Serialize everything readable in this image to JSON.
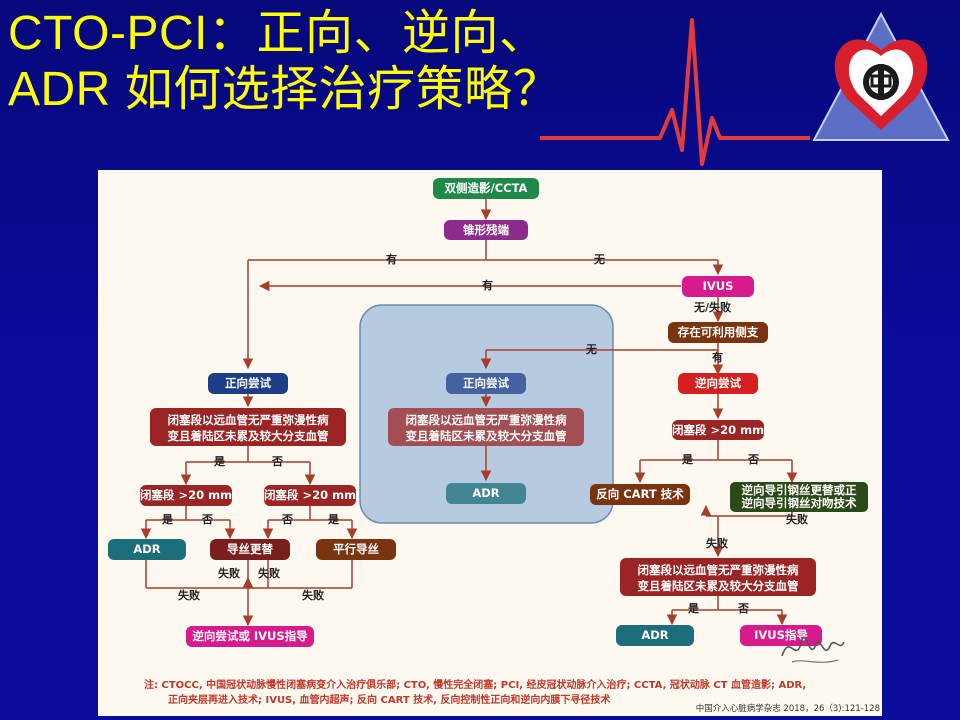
{
  "slide": {
    "title_line1": "CTO-PCI：正向、逆向、",
    "title_line2": "ADR 如何选择治疗策略？"
  },
  "colors": {
    "green": "#1e8a4a",
    "purple": "#8e2c8e",
    "magenta": "#d81b8c",
    "navy": "#1d3f8a",
    "darkred": "#9b2424",
    "brown": "#7a3410",
    "red": "#d42020",
    "darkgreen": "#2c4a18",
    "teal": "#1c6f7a",
    "edge": "#a83d2a",
    "bluebox": "#b7cbe0"
  },
  "nodes": {
    "n_top": "双侧造影/CCTA",
    "n_stump": "锥形残端",
    "n_ivus": "IVUS",
    "n_side": "存在可利用侧支",
    "n_ante_left": "正向尝试",
    "n_ante_mid": "正向尝试",
    "n_retro": "逆向尝试",
    "n_lesion_left_l1": "闭塞段以远血管无严重弥漫性病",
    "n_lesion_left_l2": "变且着陆区未累及较大分支血管",
    "n_lesion_mid_l1": "闭塞段以远血管无严重弥漫性病",
    "n_lesion_mid_l2": "变且着陆区未累及较大分支血管",
    "n_len_right": "闭塞段 >20 mm",
    "n_len_l1": "闭塞段 >20 mm",
    "n_len_l2": "闭塞段 >20 mm",
    "n_adr_mid": "ADR",
    "n_cart": "反向 CART 技术",
    "n_swap_l1": "逆向导引钢丝更替或正",
    "n_swap_l2": "逆向导引钢丝对吻技术",
    "n_adr_left": "ADR",
    "n_wire_swap": "导丝更替",
    "n_parallel": "平行导丝",
    "n_retro_ivus": "逆向尝试或 IVUS指导",
    "n_lesion_right_l1": "闭塞段以远血管无严重弥漫性病",
    "n_lesion_right_l2": "变且着陆区未累及较大分支血管",
    "n_adr_right": "ADR",
    "n_ivus_guide": "IVUS指导"
  },
  "edges": {
    "yes": "有",
    "no": "无",
    "is": "是",
    "not": "否",
    "fail": "失败",
    "no_fail": "无/失败"
  },
  "footnote": {
    "line1": "注: CTOCC, 中国冠状动脉慢性闭塞病变介入治疗俱乐部; CTO, 慢性完全闭塞; PCI, 经皮冠状动脉介入治疗; CCTA, 冠状动脉 CT 血管造影; ADR,",
    "line2": "正向夹层再进入技术; IVUS, 血管内超声; 反向 CART 技术, 反向控制性正向和逆向内膜下寻径技术"
  },
  "citation": "中国介入心脏病学杂志 2018，26（3):121-128"
}
